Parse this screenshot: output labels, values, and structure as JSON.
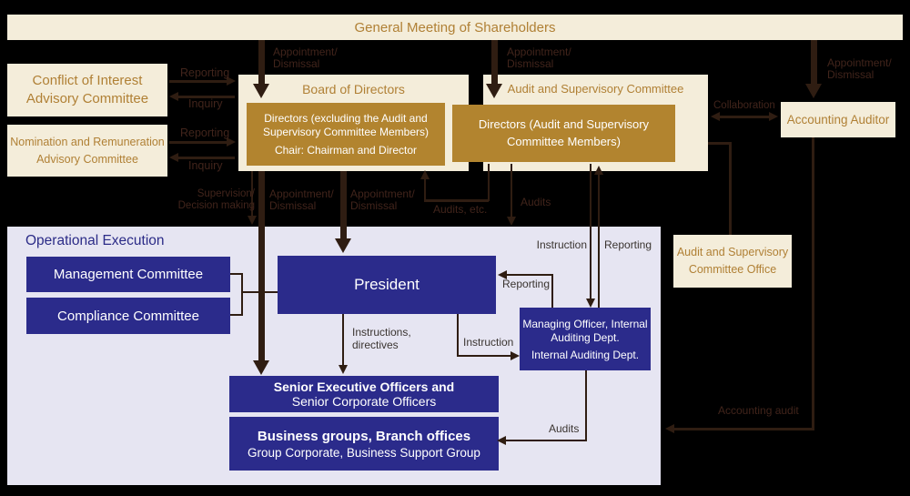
{
  "colors": {
    "background": "#000000",
    "cream": "#f4edda",
    "gold": "#b2842f",
    "gold_text": "#b08035",
    "navy": "#2b2b8b",
    "lavender": "#e6e5f2",
    "navy_text": "#2b2b87",
    "line": "#2f1d12",
    "label_dark": "#41241b",
    "label_gray": "#3a3430",
    "white": "#ffffff"
  },
  "banner": {
    "label": "General Meeting of Shareholders"
  },
  "advisory": {
    "conflict": "Conflict of Interest\nAdvisory Committee",
    "nomination": "Nomination and Remuneration\nAdvisory Committee"
  },
  "board": {
    "title": "Board of Directors",
    "directors": "Directors (excluding the Audit and\nSupervisory Committee Members)",
    "chair": "Chair: Chairman and Director"
  },
  "audit_committee": {
    "title": "Audit and Supervisory Committee",
    "directors": "Directors (Audit and Supervisory\nCommittee Members)"
  },
  "accounting_auditor": {
    "label": "Accounting Auditor"
  },
  "committee_office": {
    "label": "Audit and Supervisory\nCommittee Office"
  },
  "operational": {
    "title": "Operational Execution",
    "management_committee": "Management Committee",
    "compliance_committee": "Compliance Committee",
    "president": "President",
    "managing_officer": "Managing Officer, Internal\nAuditing Dept.",
    "internal_auditing_dept": "Internal Auditing Dept.",
    "senior_officers_line1": "Senior Executive Officers and",
    "senior_officers_line2": "Senior Corporate Officers",
    "business_groups_line1": "Business groups, Branch offices",
    "business_groups_line2": "Group Corporate, Business Support Group"
  },
  "edges": {
    "appoint_board": "Appointment/\nDismissal",
    "appoint_audit": "Appointment/\nDismissal",
    "appoint_auditor": "Appointment/\nDismissal",
    "reporting_conflict": "Reporting",
    "inquiry_conflict": "Inquiry",
    "reporting_nomination": "Reporting",
    "inquiry_nomination": "Inquiry",
    "supervision": "Supervision/\nDecision making",
    "appoint_senior": "Appointment/\nDismissal",
    "appoint_president": "Appointment/\nDismissal",
    "audits_etc": "Audits, etc.",
    "audits_operational": "Audits",
    "collaboration": "Collaboration",
    "instruction_down": "Instruction",
    "reporting_up": "Reporting",
    "reporting_to_president": "Reporting",
    "instruction_to_managing": "Instruction",
    "instructions_directives": "Instructions,\ndirectives",
    "audits_internal": "Audits",
    "accounting_audit": "Accounting audit"
  }
}
